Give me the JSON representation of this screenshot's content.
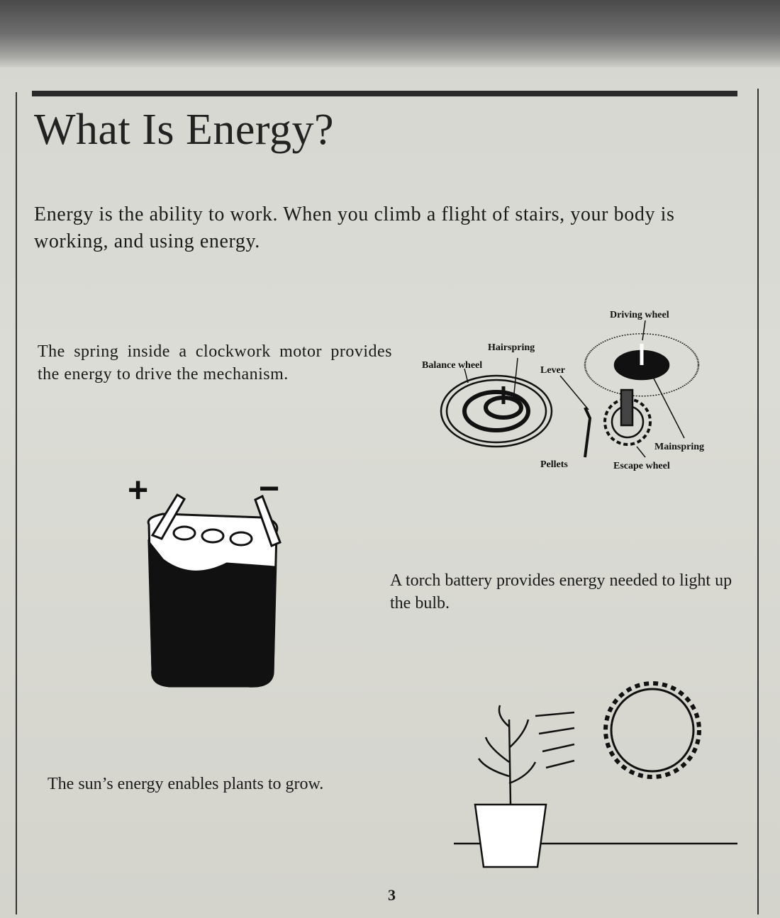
{
  "page": {
    "title": "What Is Energy?",
    "intro": "Energy is the ability to work. When you climb a flight of stairs, your body is working, and using energy.",
    "page_number": "3"
  },
  "clockwork": {
    "caption": "The spring inside a clockwork motor provides the energy to drive the mechanism.",
    "labels": {
      "driving_wheel": "Driving wheel",
      "hairspring": "Hairspring",
      "balance_wheel": "Balance wheel",
      "lever": "Lever",
      "mainspring": "Mainspring",
      "pellets": "Pellets",
      "escape_wheel": "Escape wheel"
    }
  },
  "battery": {
    "caption": "A torch battery provides energy needed to light up the bulb.",
    "plus": "+",
    "minus": "−"
  },
  "plant": {
    "caption": "The sun’s energy enables plants to grow."
  }
}
